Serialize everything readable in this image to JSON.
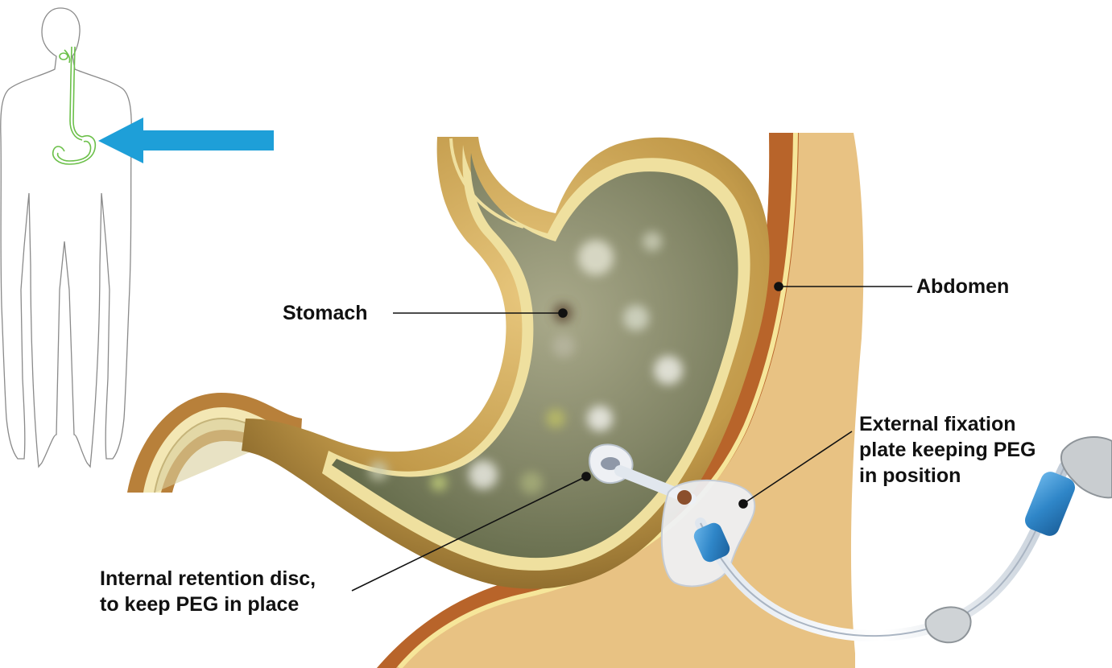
{
  "labels": {
    "stomach": "Stomach",
    "abdomen": "Abdomen",
    "external_line1": "External fixation",
    "external_line2": "plate keeping PEG",
    "external_line3": "in position",
    "internal_line1": "Internal retention disc,",
    "internal_line2": "to keep PEG in place"
  },
  "colors": {
    "pointer_arrow": "#1e9fd8",
    "esophagus_highlight": "#6cc04a",
    "abdomen_fill": "#e8c283",
    "abdomen_wall": "#b8642a",
    "abdomen_lining": "#f6e69a",
    "stomach_outer": "#b08a3c",
    "stomach_inner": "#7f8561",
    "tube_connector": "#2f86c8"
  },
  "icons": {
    "body_figure": "human-outline-icon",
    "pointer": "arrow-left-icon"
  }
}
